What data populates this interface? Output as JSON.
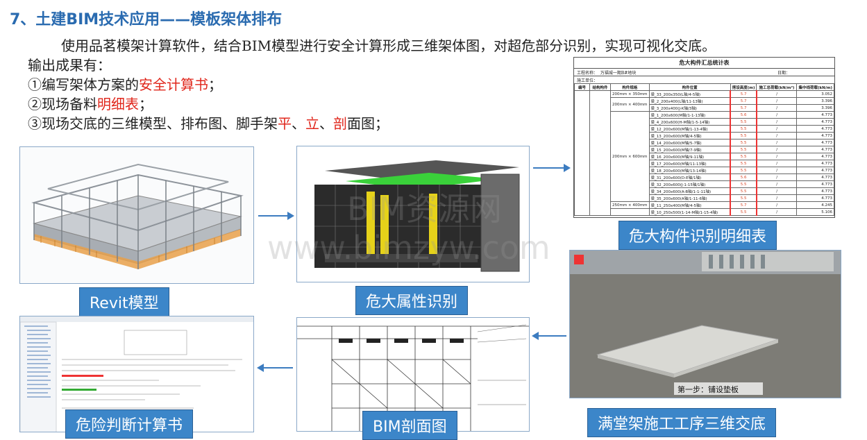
{
  "slide": {
    "title": "7、土建BIM技术应用——模板架体排布",
    "intro": "使用品茗模架计算软件，结合BIM模型进行安全计算形成三维架体图，对超危部分识别，实现可视化交底。",
    "outputs_heading": "输出成果有：",
    "outputs": [
      {
        "prefix": "①编写架体方案的",
        "highlight": "安全计算书",
        "suffix": "；"
      },
      {
        "prefix": "②现场备料",
        "highlight": "明细表",
        "suffix": "；"
      },
      {
        "prefix": "③现场交底的三维模型、排布图、脚手架",
        "h1": "平",
        "sep1": "、",
        "h2": "立",
        "sep2": "、",
        "h3": "剖",
        "suffix": "面图；"
      }
    ]
  },
  "labels": {
    "revit": "Revit模型",
    "danger_identify": "危大属性识别",
    "detail_table": "危大构件识别明细表",
    "calc_book": "危险判断计算书",
    "section": "BIM剖面图",
    "construction": "满堂架施工工序三维交底"
  },
  "step_caption": "第一步：铺设垫板",
  "table": {
    "title": "危大构件汇总统计表",
    "project_label": "工程名称：",
    "project_name": "万福城一期B#地块",
    "date_label": "日期：",
    "unit_label": "施工单位：",
    "headers": [
      "编号",
      "结构构件",
      "构件规格",
      "构件位置",
      "搭设高度(m)",
      "施工总荷载(kN/m²)",
      "集中线荷载(kN/m)"
    ],
    "groups": [
      {
        "spec": "200mm × 350mm",
        "rows": [
          {
            "pos": "梁_33_200x350(L轴/4-5轴)",
            "h": "5.7",
            "load": "/",
            "line": "3.052"
          }
        ]
      },
      {
        "spec": "200mm × 400mm",
        "rows": [
          {
            "pos": "梁_2_200x400(L轴/11-13轴)",
            "h": "5.7",
            "load": "/",
            "line": "3.396"
          },
          {
            "pos": "梁_3_200x400(J-K轴/3轴)",
            "h": "5.7",
            "load": "/",
            "line": "3.396"
          }
        ]
      },
      {
        "spec": "200mm × 600mm",
        "rows": [
          {
            "pos": "梁_1_200x600(M轴/1-1-13轴)",
            "h": "5.6",
            "load": "/",
            "line": "4.773"
          },
          {
            "pos": "梁_4_200x600(H-M轴/1-5-14轴)",
            "h": "5.5",
            "load": "/",
            "line": "4.773"
          },
          {
            "pos": "梁_12_200x600(M轴/1-13-4轴)",
            "h": "5.5",
            "load": "/",
            "line": "4.773"
          },
          {
            "pos": "梁_13_200x600(M轴/4-5轴)",
            "h": "5.5",
            "load": "/",
            "line": "4.773"
          },
          {
            "pos": "梁_14_200x600(M轴/5-7轴)",
            "h": "5.5",
            "load": "/",
            "line": "4.773"
          },
          {
            "pos": "梁_15_200x600(M轴/7-9轴)",
            "h": "5.5",
            "load": "/",
            "line": "4.773"
          },
          {
            "pos": "梁_16_200x600(M轴/9-11轴)",
            "h": "5.5",
            "load": "/",
            "line": "4.773"
          },
          {
            "pos": "梁_17_200x600(M轴/11-13轴)",
            "h": "5.5",
            "load": "/",
            "line": "4.773"
          },
          {
            "pos": "梁_18_200x600(M轴/13-14轴)",
            "h": "5.5",
            "load": "/",
            "line": "4.773"
          },
          {
            "pos": "梁_31_200x600(D-E轴/1轴)",
            "h": "5.6",
            "load": "/",
            "line": "4.773"
          },
          {
            "pos": "梁_32_200x600(J-1-15轴/1轴)",
            "h": "5.5",
            "load": "/",
            "line": "4.773"
          },
          {
            "pos": "梁_34_200x600(A-B轴/1-1-11轴)",
            "h": "5.5",
            "load": "/",
            "line": "4.773"
          },
          {
            "pos": "梁_35_200x600(A轴/1-11-6轴)",
            "h": "5.5",
            "load": "/",
            "line": "4.773"
          }
        ]
      },
      {
        "spec": "250mm × 400mm",
        "rows": [
          {
            "pos": "梁_11_250x400(M轴/4-5轴)",
            "h": "5.7",
            "load": "/",
            "line": "4.245"
          }
        ]
      },
      {
        "spec": "",
        "rows": [
          {
            "pos": "梁_10_250x500(1-14-M轴/1-15-4轴)",
            "h": "5.5",
            "load": "/",
            "line": "5.106"
          }
        ]
      }
    ]
  },
  "watermarks": [
    "BIM资源网",
    "www.bimzyw.com"
  ]
}
